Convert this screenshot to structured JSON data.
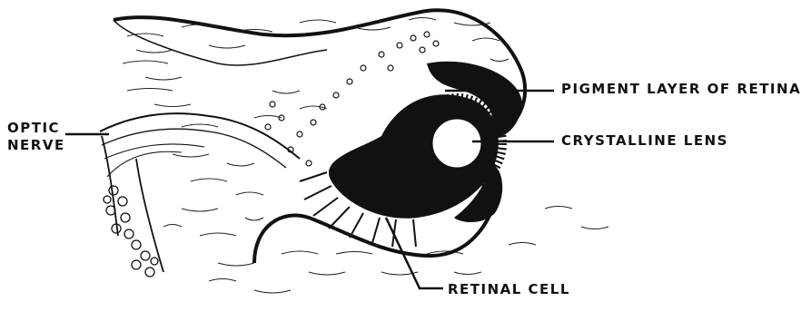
{
  "labels": {
    "optic_nerve_line1": "OPTIC",
    "optic_nerve_line2": "NERVE",
    "pigment_layer": "PIGMENT  LAYER OF RETINA",
    "crystalline_lens": "CRYSTALLINE  LENS",
    "retinal_cell": "RETINAL  CELL"
  },
  "colors": {
    "ink": "#111111",
    "paper": "#ffffff"
  }
}
